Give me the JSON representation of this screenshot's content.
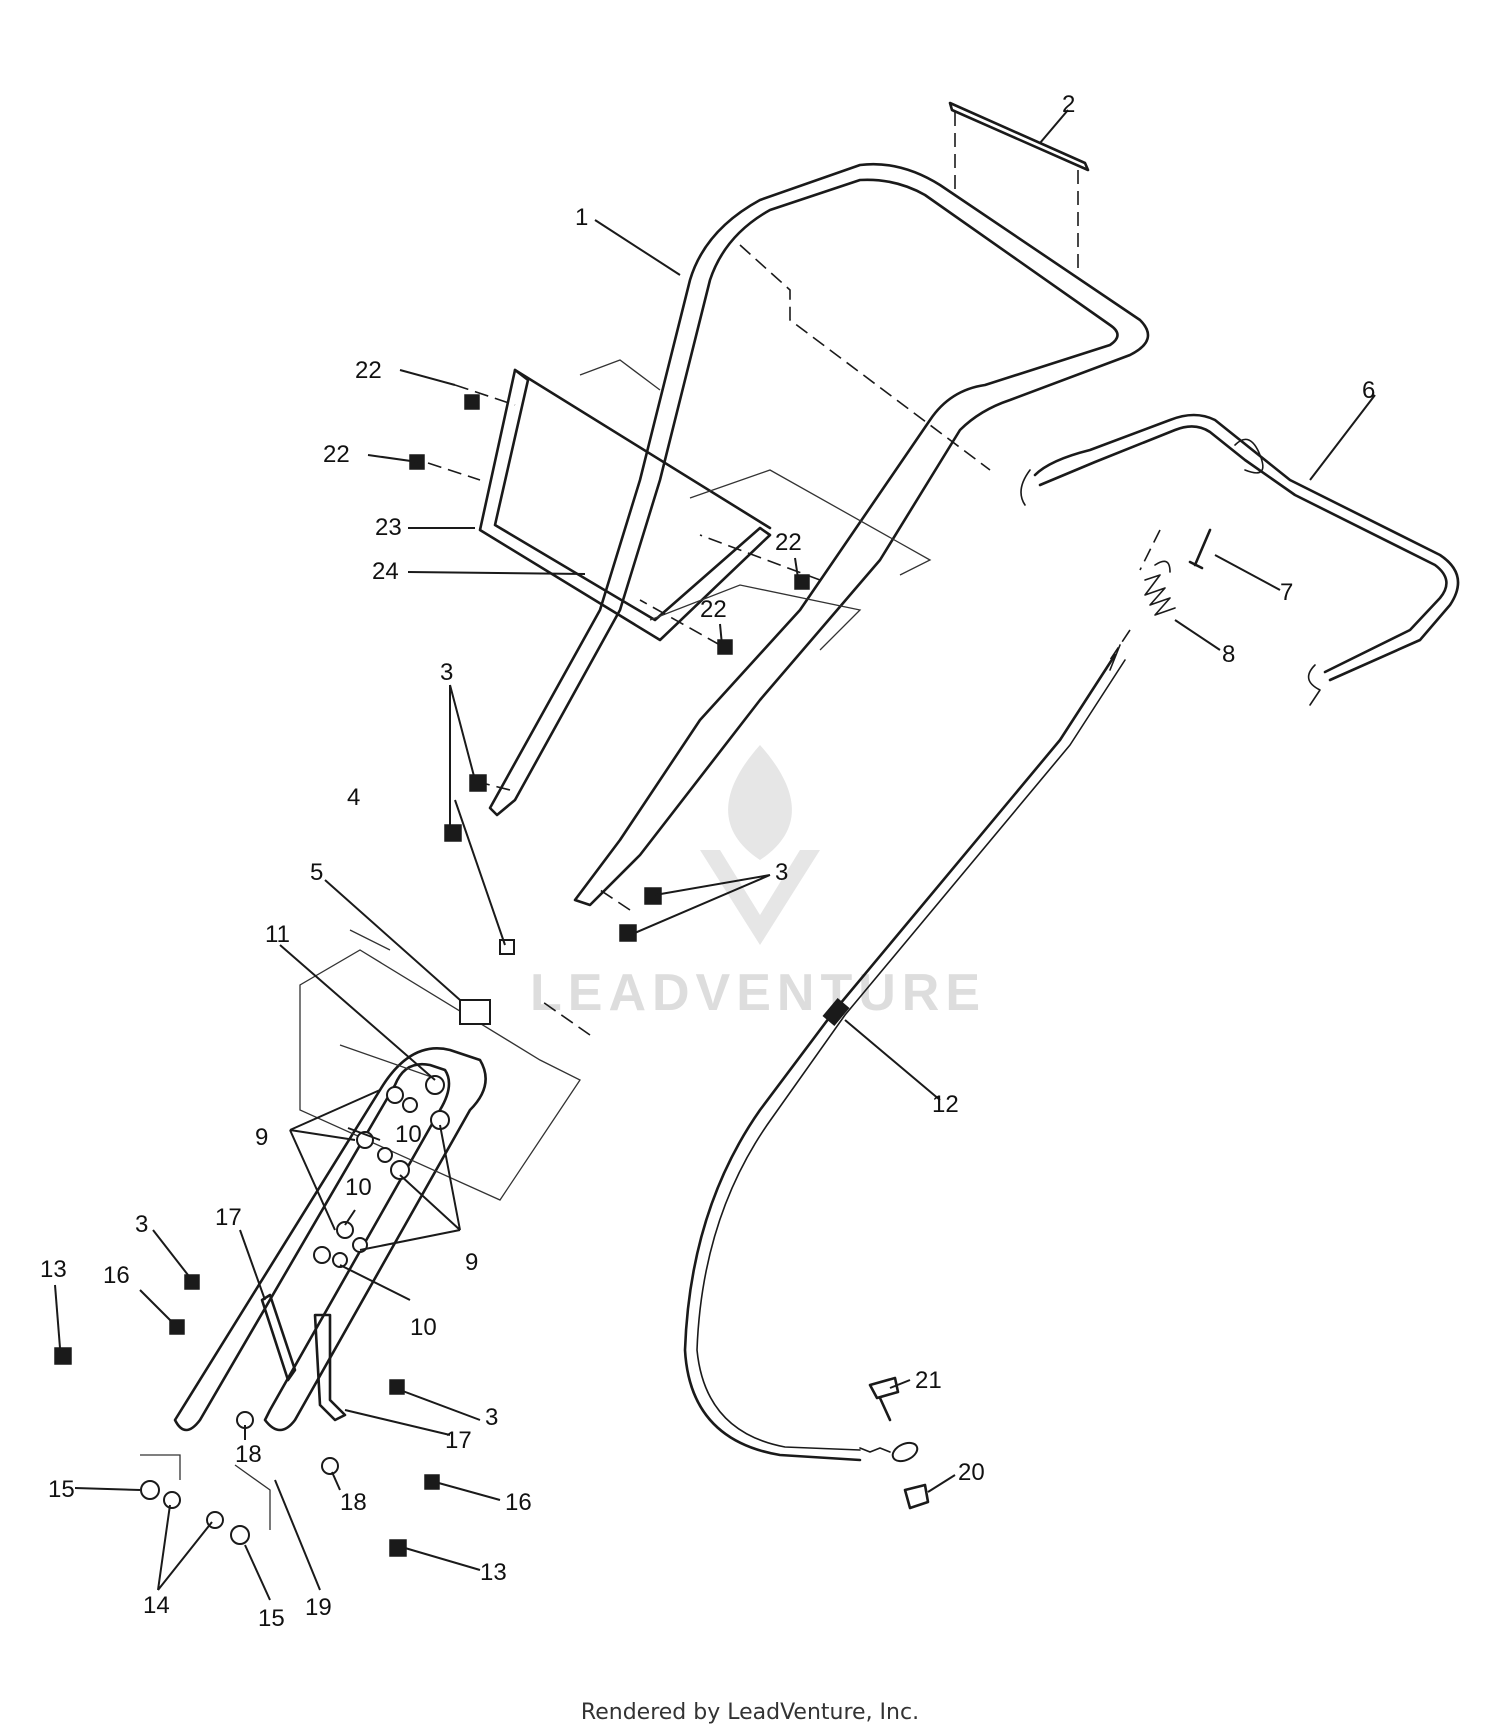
{
  "watermark": {
    "text": "LEADVENTURE",
    "logo_icon": "flame-v-logo"
  },
  "footer": {
    "text": "Rendered by LeadVenture, Inc."
  },
  "callouts": {
    "c1": "1",
    "c2": "2",
    "c3a": "3",
    "c3b": "3",
    "c3c": "3",
    "c3d": "3",
    "c4": "4",
    "c5": "5",
    "c6": "6",
    "c7": "7",
    "c8": "8",
    "c9a": "9",
    "c9b": "9",
    "c10a": "10",
    "c10b": "10",
    "c10c": "10",
    "c11": "11",
    "c12": "12",
    "c13a": "13",
    "c13b": "13",
    "c14": "14",
    "c15a": "15",
    "c15b": "15",
    "c16a": "16",
    "c16b": "16",
    "c17a": "17",
    "c17b": "17",
    "c18a": "18",
    "c18b": "18",
    "c19": "19",
    "c20": "20",
    "c21": "21",
    "c22a": "22",
    "c22b": "22",
    "c22c": "22",
    "c22d": "22",
    "c23": "23",
    "c24": "24"
  }
}
